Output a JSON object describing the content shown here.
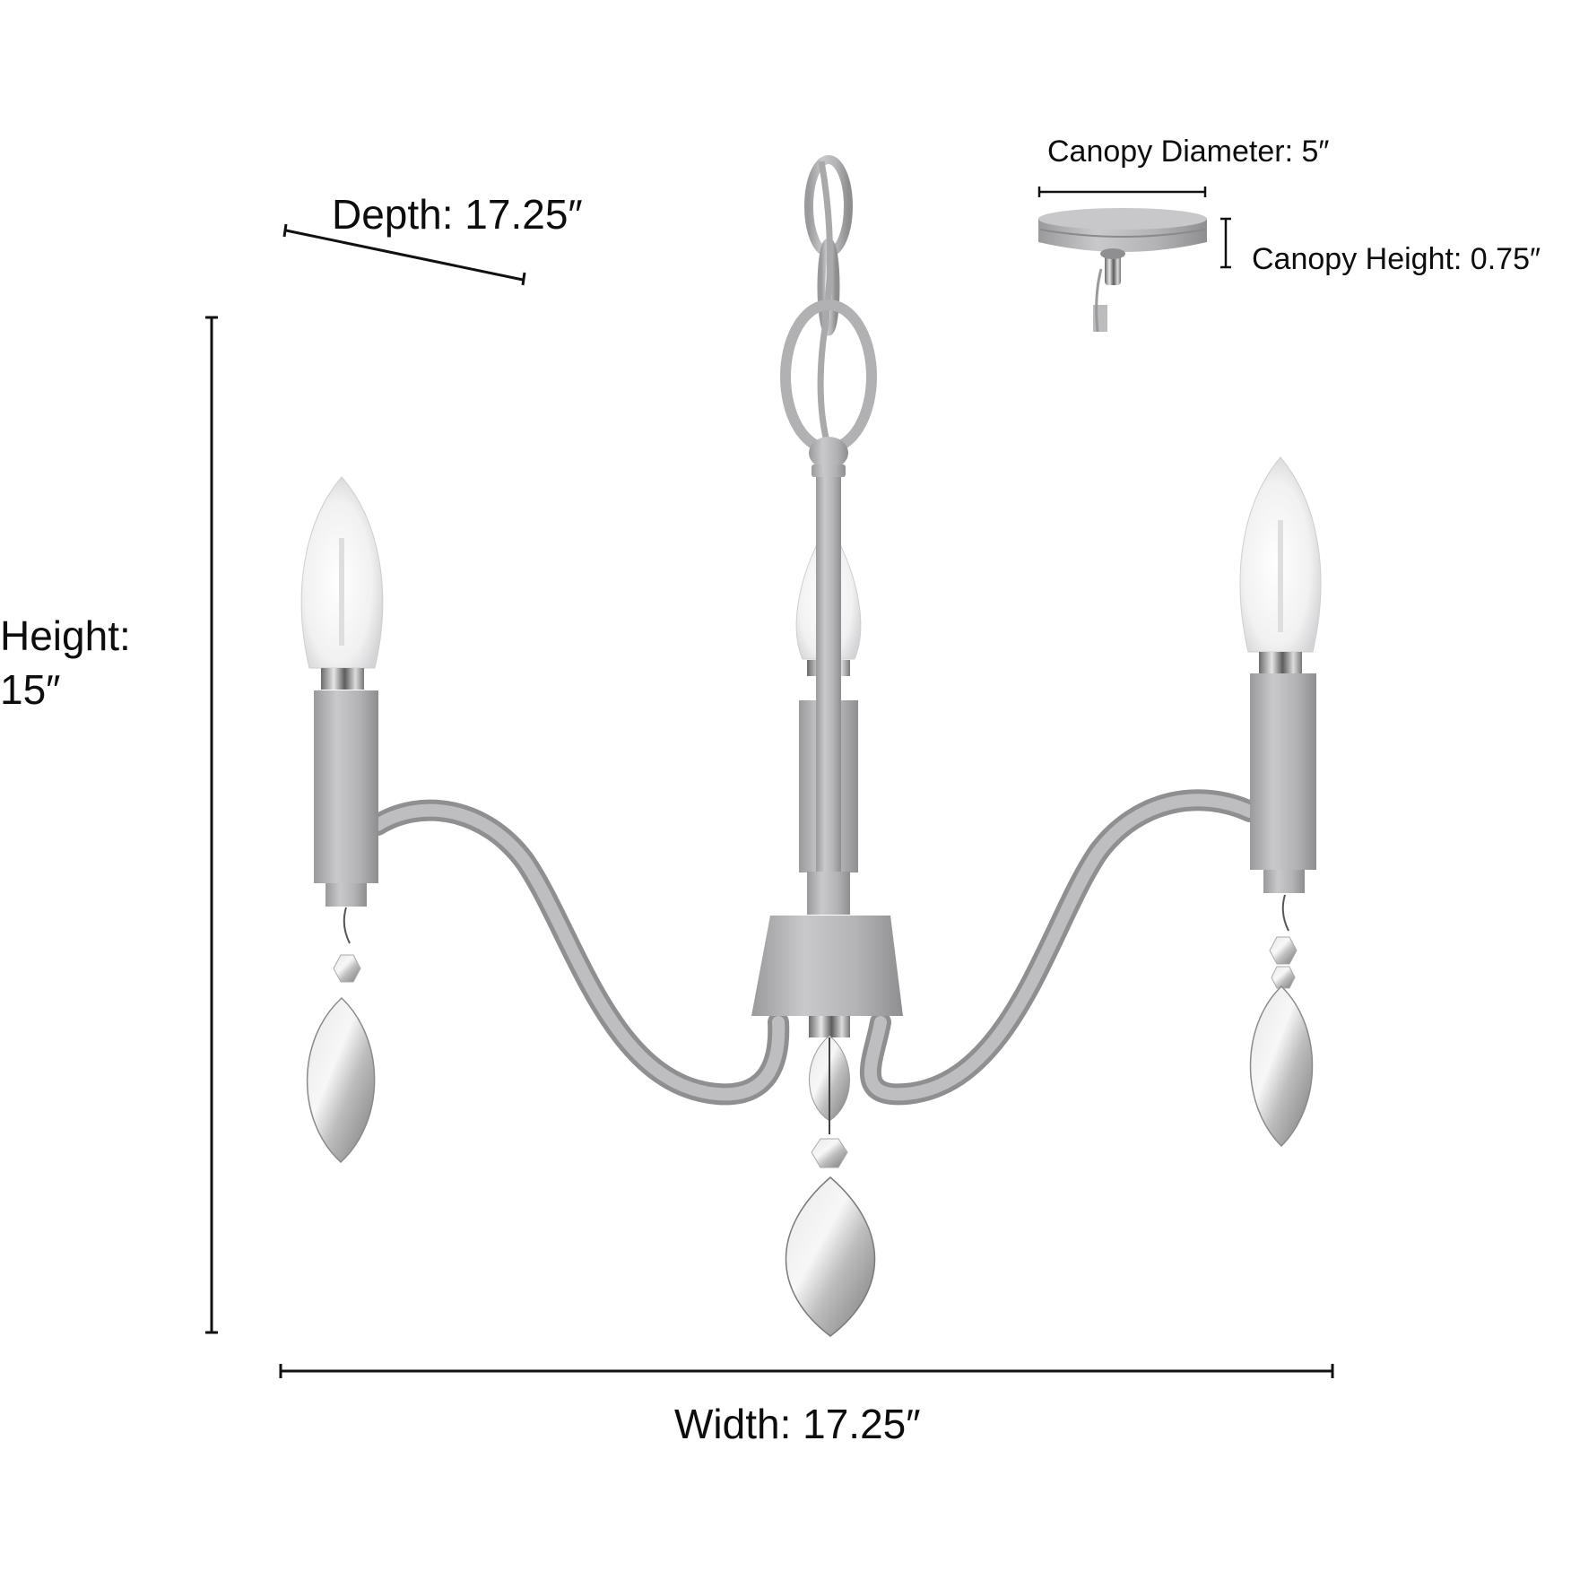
{
  "diagram": {
    "subject": "three-light chandelier with crystal pendants",
    "finish_color": "#b4b4b6",
    "dimension_line_color": "#111111"
  },
  "dimensions": {
    "depth": {
      "label": "Depth: 17.25″"
    },
    "height": {
      "label_line1": "Height:",
      "label_line2": "15″"
    },
    "width": {
      "label": "Width: 17.25″"
    },
    "canopy_diameter": {
      "label": "Canopy Diameter: 5″"
    },
    "canopy_height": {
      "label": "Canopy Height: 0.75″"
    }
  }
}
